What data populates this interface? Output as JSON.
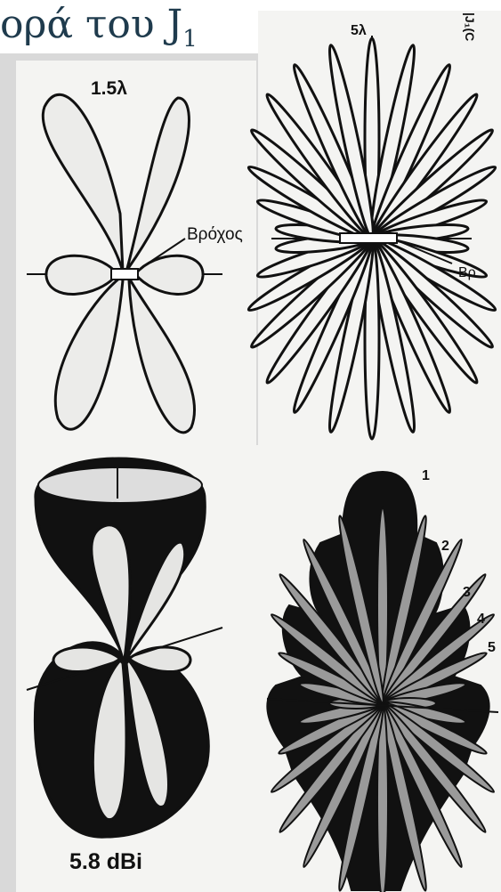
{
  "title": {
    "prefix": "ορά του J",
    "subscript": "1"
  },
  "top_right_edge_label": "|J₁(C",
  "panels": {
    "pattern_1_5": {
      "label": "1.5λ",
      "callout": "Βρόχος"
    },
    "pattern_5": {
      "label": "5λ",
      "callout": "Βρ"
    },
    "pattern_3d": {
      "label": "5.8 dBi"
    },
    "pattern_3d_numbered": {
      "lobe_numbers": [
        "1",
        "2",
        "3",
        "4",
        "5"
      ]
    }
  }
}
